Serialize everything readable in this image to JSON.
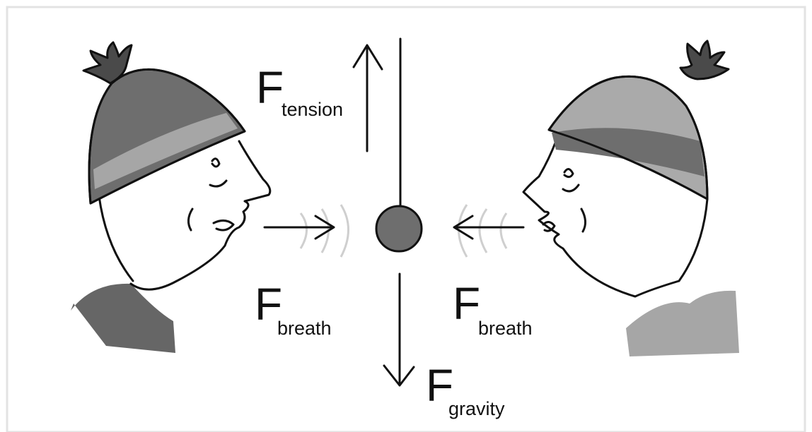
{
  "labels": {
    "tension": {
      "symbol": "F",
      "subscript": "tension"
    },
    "breath_left": {
      "symbol": "F",
      "subscript": "breath"
    },
    "breath_right": {
      "symbol": "F",
      "subscript": "breath"
    },
    "gravity": {
      "symbol": "F",
      "subscript": "gravity"
    }
  },
  "colors": {
    "ink": "#111111",
    "hat_dark": "#6e6e6e",
    "hat_light": "#aaaaaa",
    "bob": "#6e6e6e",
    "sweater_left": "#666666",
    "sweater_right": "#a6a6a6",
    "breath_waves": "#cfcfcf",
    "frame": "#e3e3e3"
  }
}
